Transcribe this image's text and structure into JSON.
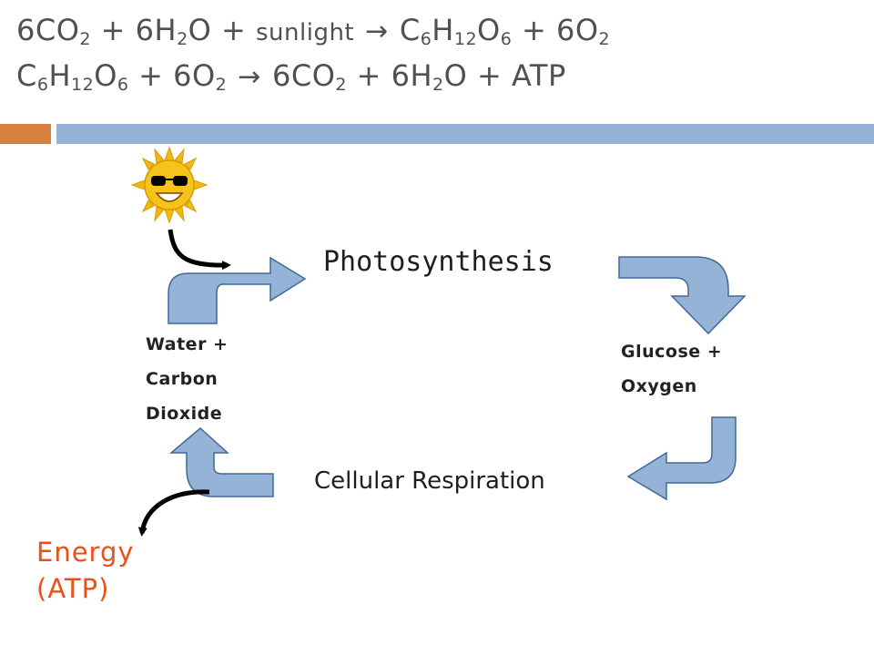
{
  "equations": {
    "photosynthesis": [
      {
        "t": "6CO"
      },
      {
        "s": "2"
      },
      {
        "t": " + 6H"
      },
      {
        "s": "2"
      },
      {
        "t": "O + "
      },
      {
        "w": "sunlight"
      },
      {
        "a": " → "
      },
      {
        "t": "C"
      },
      {
        "s": "6"
      },
      {
        "t": "H"
      },
      {
        "s": "12"
      },
      {
        "t": "O"
      },
      {
        "s": "6"
      },
      {
        "t": " + 6O"
      },
      {
        "s": "2"
      }
    ],
    "respiration": [
      {
        "t": "C"
      },
      {
        "s": "6"
      },
      {
        "t": "H"
      },
      {
        "s": "12"
      },
      {
        "t": "O"
      },
      {
        "s": "6"
      },
      {
        "t": " + 6O"
      },
      {
        "s": "2"
      },
      {
        "a": " → "
      },
      {
        "t": "6CO"
      },
      {
        "s": "2"
      },
      {
        "t": " + 6H"
      },
      {
        "s": "2"
      },
      {
        "t": "O + ATP"
      }
    ]
  },
  "diagram": {
    "photosynthesis_label": "Photosynthesis",
    "respiration_label": "Cellular Respiration",
    "reactants_lines": [
      "Water +",
      "Carbon",
      "Dioxide"
    ],
    "products_lines": [
      "Glucose +",
      "Oxygen"
    ],
    "energy_lines": [
      "Energy",
      "(ATP)"
    ]
  },
  "colors": {
    "title_text": "#505050",
    "bar_orange": "#d9803f",
    "bar_blue": "#95b3d7",
    "arrow_fill": "#95b3d7",
    "arrow_stroke": "#3f6a99",
    "energy_text": "#e8511c",
    "sun_face": "#f6c31a"
  },
  "icons": [
    "sun-with-sunglasses-icon",
    "curved-arrow-icon"
  ]
}
